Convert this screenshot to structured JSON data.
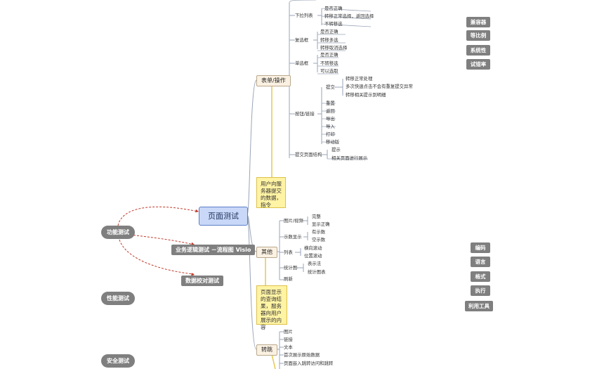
{
  "root": {
    "label": "页面测试"
  },
  "left_nodes": {
    "functional_test": "功能测试",
    "business_logic_test": "业务逻辑测试 －流程图 Visio",
    "data_validation_test": "数据校对测试",
    "performance_test": "性能测试",
    "security_test": "安全测试"
  },
  "topics": {
    "form_operations": "表单/操作",
    "other": "其他",
    "jump": "转跳"
  },
  "notes": {
    "form_note": "用户向服务器提交的数据，指令",
    "other_note": "页面显示的查询结果，服务器向用户展示的内容"
  },
  "form_branches": [
    {
      "label": "下拉列表",
      "children": [
        "是否正确",
        "转移正常选择，返回选择",
        "不转移选"
      ]
    },
    {
      "label": "复选框",
      "children": [
        "是否正确",
        "转移多选",
        "转移取消选择"
      ]
    },
    {
      "label": "单选框",
      "children": [
        "是否正确",
        "不转移选",
        "可以选取"
      ]
    },
    {
      "label": "按钮/链接",
      "sub_label": "提交",
      "sub_children": [
        "转移正常处理",
        "多次快速点击不会有重复提交异常",
        "转移相关提示到明细"
      ],
      "children": [
        "重置",
        "返回",
        "导出",
        "导入",
        "打印",
        "移动版"
      ]
    },
    {
      "label": "提交页面结构",
      "children": [
        "提示",
        "相关页面进行展示"
      ]
    }
  ],
  "other_branches": [
    {
      "label": "图片/视频",
      "children": [
        "完整",
        "显示正确"
      ]
    },
    {
      "label": "示数显示",
      "children": [
        "有示数",
        "空示数"
      ]
    },
    {
      "label": "列表",
      "children": [
        "横向滚动",
        "位置滚动"
      ]
    },
    {
      "label": "统计图",
      "children": [
        "表示法",
        "统计图表"
      ]
    },
    {
      "label": "刷新",
      "children": []
    }
  ],
  "jump_branches": [
    "图片",
    "链接",
    "文本",
    "首次展示原始数据",
    "页面嵌入跳转访问和跳转"
  ],
  "right_top_buttons": [
    "兼容器",
    "等比例",
    "系统性",
    "试错率"
  ],
  "right_bottom_buttons": [
    "编码",
    "语言",
    "格式",
    "执行",
    "利用工具"
  ],
  "colors": {
    "connector": "#9aa5b8",
    "dashed_arrow": "#c0392b",
    "root_fill": "#c9d8f8",
    "topic_fill": "#fbf1e2",
    "note_fill": "#fff3a4",
    "gray_node": "#7f7f7f"
  }
}
